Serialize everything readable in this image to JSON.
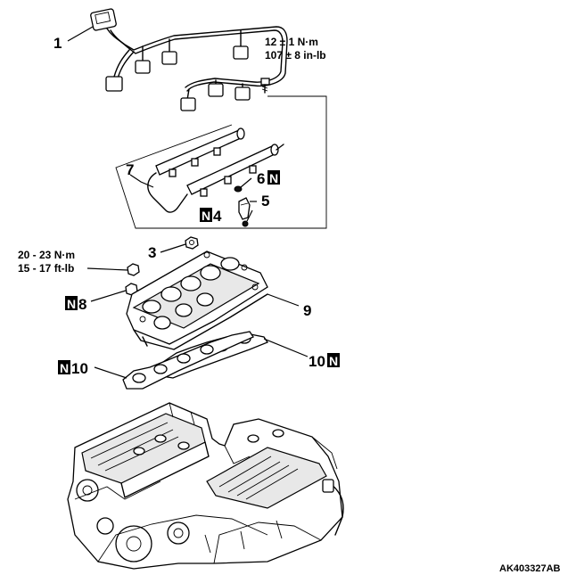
{
  "diagram": {
    "callouts": {
      "c1": "1",
      "c3": "3",
      "c4": "4",
      "c5": "5",
      "c6": "6",
      "c7": "7",
      "c8": "8",
      "c9": "9",
      "c10a": "10",
      "c10b": "10"
    },
    "new_part_mark": "N",
    "torque_bolt": {
      "line1": "12 ± 1 N·m",
      "line2": "107 ± 8 in-lb"
    },
    "torque_nut": {
      "line1": "20 - 23 N·m",
      "line2": "15 - 17 ft-lb"
    },
    "figure_id": "AK403327AB"
  }
}
